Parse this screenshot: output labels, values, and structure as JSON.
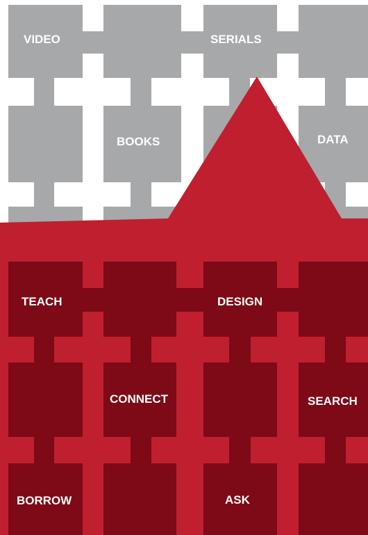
{
  "colors": {
    "background": "#ffffff",
    "gray_block": "#a7a8aa",
    "gray_label": "#ffffff",
    "red_roof": "#c01f2f",
    "dark_block": "#7d0a16",
    "red_label": "#ffffff"
  },
  "resources": {
    "video": "VIDEO",
    "serials": "SERIALS",
    "books": "BOOKS",
    "data": "DATA"
  },
  "services": {
    "teach": "TEACH",
    "design": "DESIGN",
    "connect": "CONNECT",
    "search": "SEARCH",
    "borrow": "BORROW",
    "ask": "ASK"
  }
}
